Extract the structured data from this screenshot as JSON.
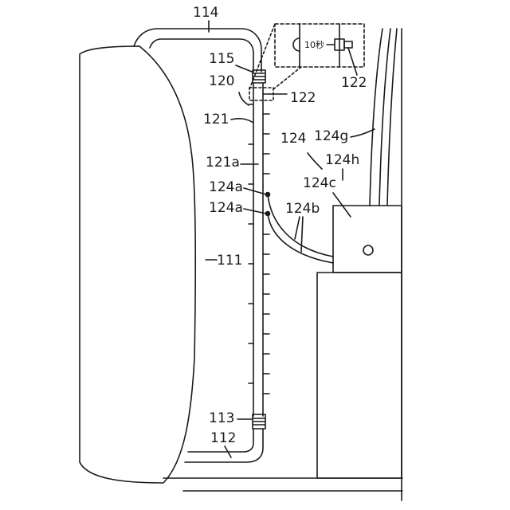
{
  "labels": {
    "l114": "114",
    "l115": "115",
    "l120": "120",
    "l122_detail": "122",
    "l122_main": "122",
    "l121": "121",
    "l124g": "124g",
    "l124": "124",
    "l121a": "121a",
    "l124h": "124h",
    "l124a_upper": "124a",
    "l124c": "124c",
    "l124a_lower": "124a",
    "l124b": "124b",
    "l111": "111",
    "l113": "113",
    "l112": "112"
  },
  "detail_inset": {
    "text": "10秒"
  },
  "colors": {
    "line": "#1a1a1a",
    "background": "#ffffff"
  }
}
